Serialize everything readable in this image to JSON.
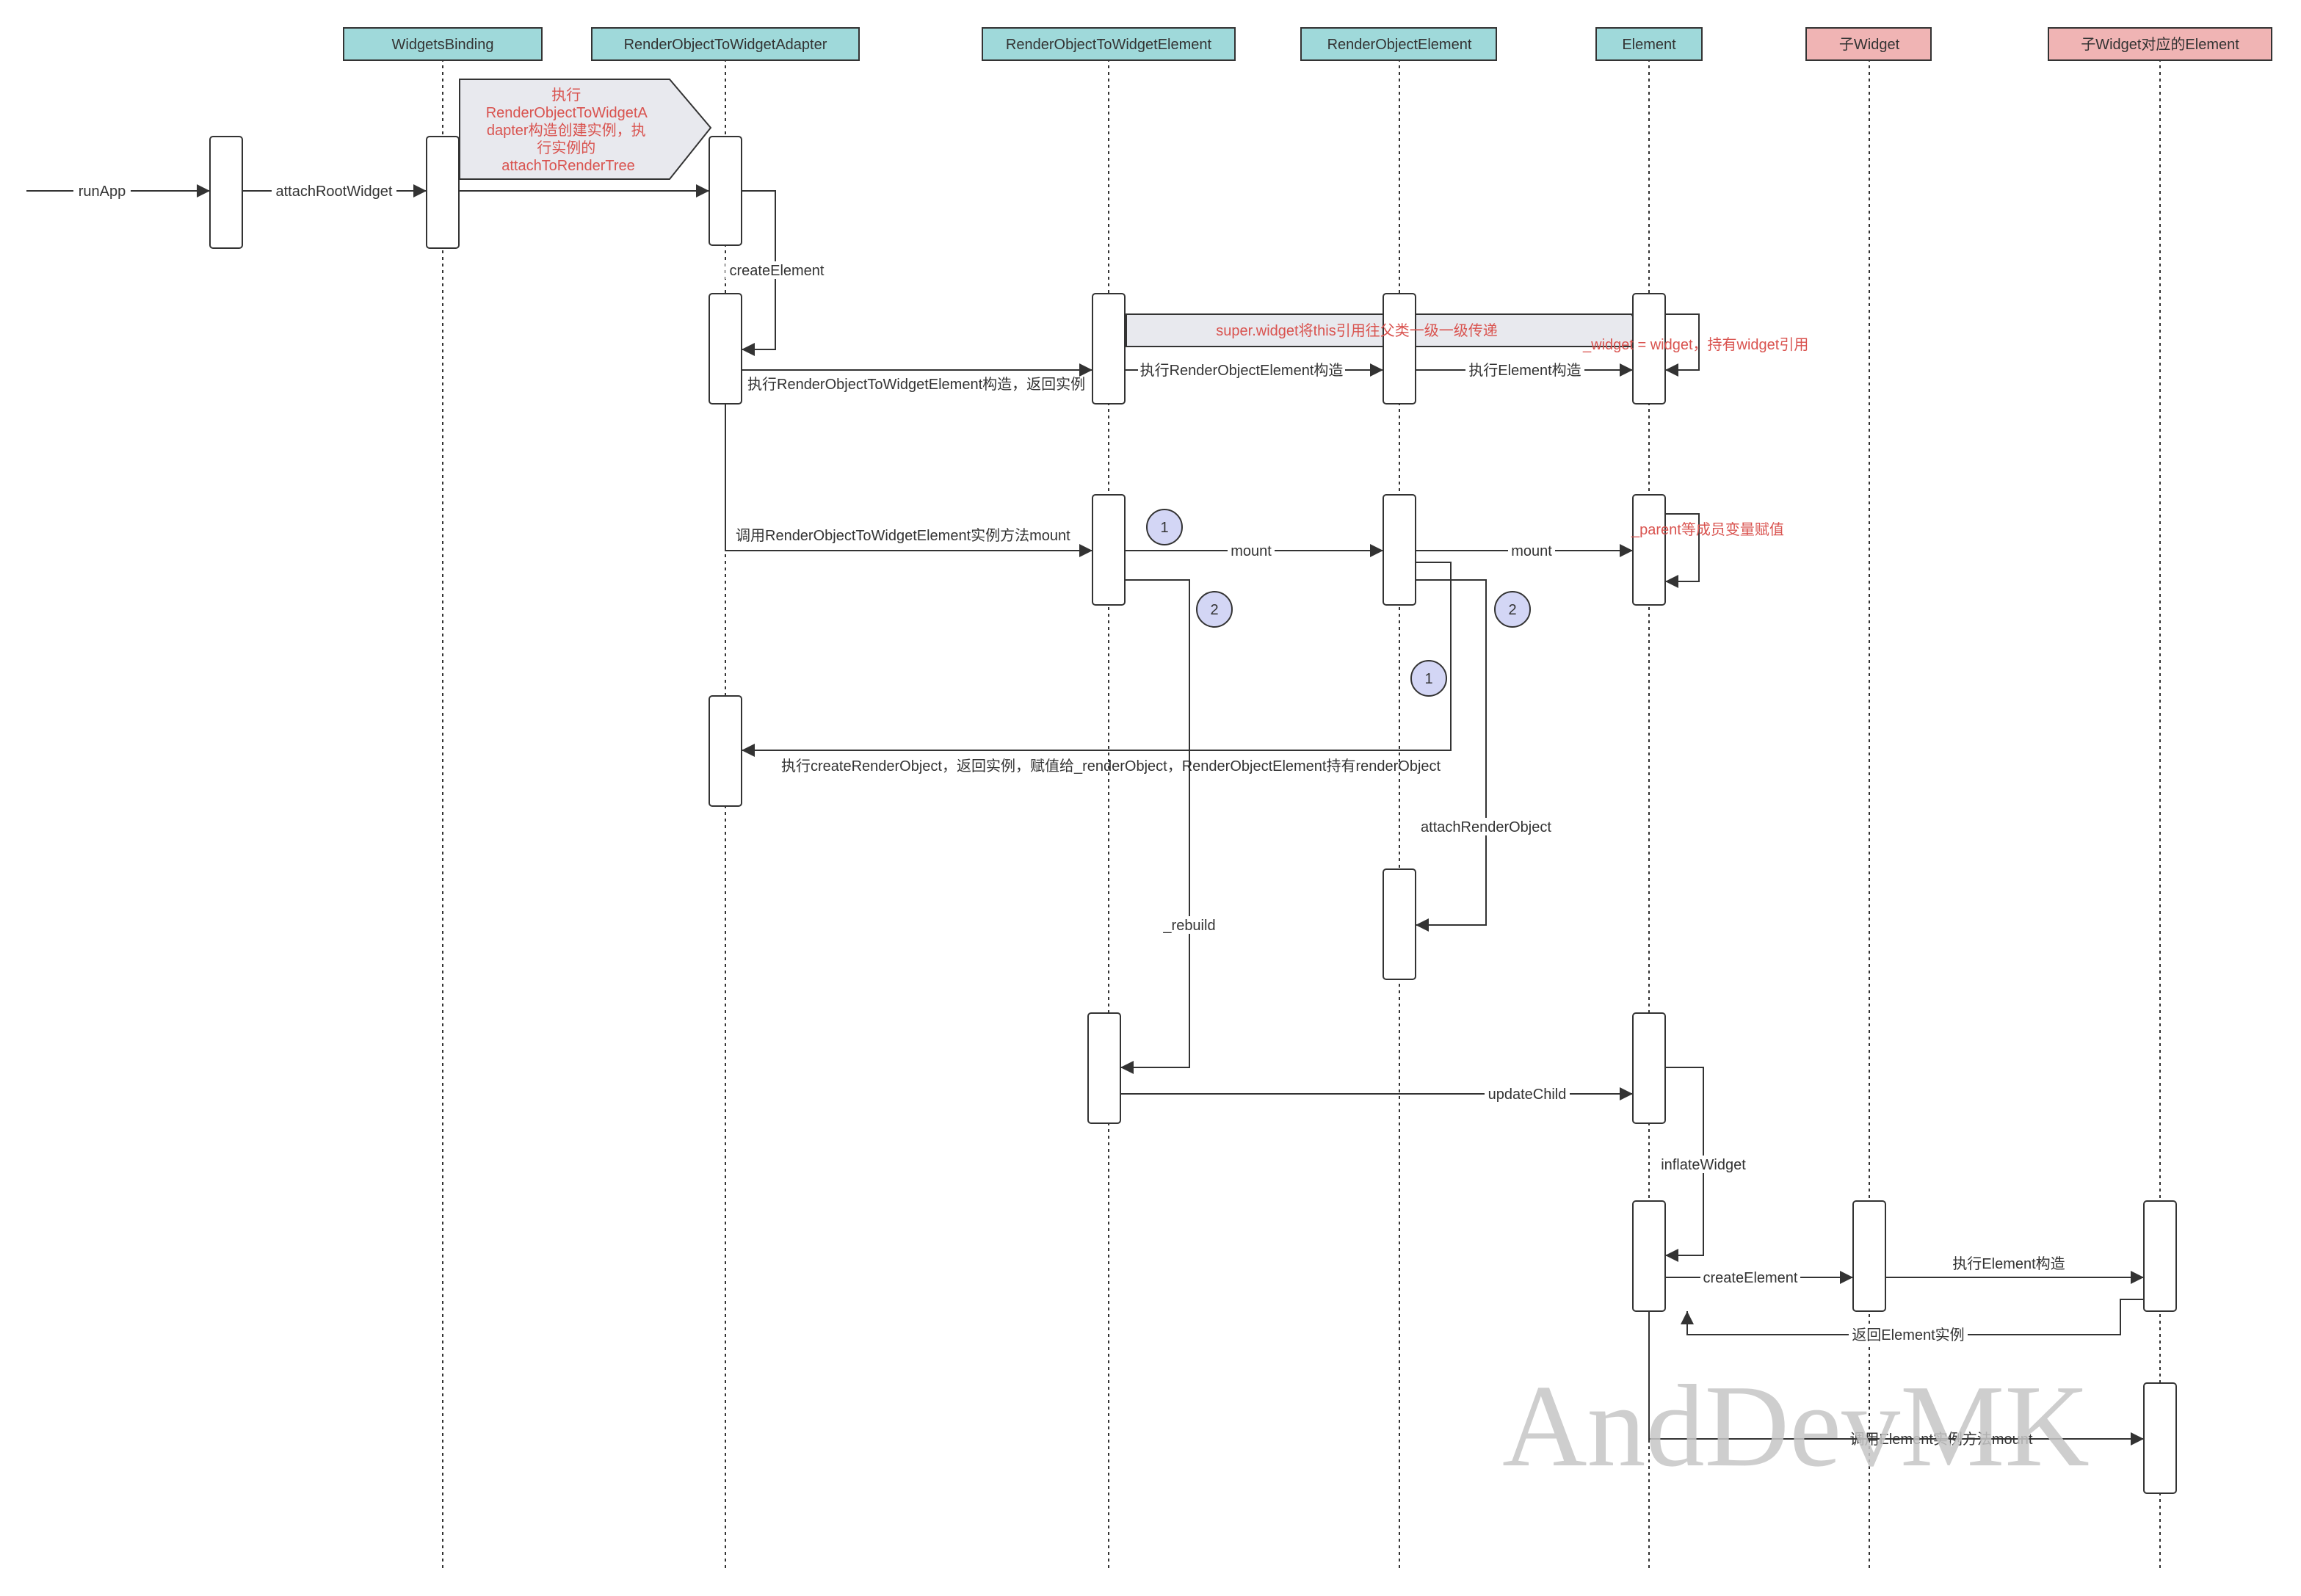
{
  "colors": {
    "participant_header": "#9fd9da",
    "participant_header_child": "#f0b4b4",
    "note_fill": "#e8e9ee",
    "note_text": "#d9534f",
    "badge_fill": "#d3d6f5",
    "line": "#333333"
  },
  "participants": [
    {
      "id": "widgets_binding",
      "label": "WidgetsBinding"
    },
    {
      "id": "adapter",
      "label": "RenderObjectToWidgetAdapter"
    },
    {
      "id": "rotw_element",
      "label": "RenderObjectToWidgetElement"
    },
    {
      "id": "ro_element",
      "label": "RenderObjectElement"
    },
    {
      "id": "element",
      "label": "Element"
    },
    {
      "id": "child_widget",
      "label": "子Widget"
    },
    {
      "id": "child_element",
      "label": "子Widget对应的Element"
    }
  ],
  "messages": {
    "run_app": "runApp",
    "attach_root_widget": "attachRootWidget",
    "create_element": "createElement",
    "exec_rotw_ctor": "执行RenderObjectToWidgetElement构造，返回实例",
    "exec_ro_ctor": "执行RenderObjectElement构造",
    "exec_element_ctor": "执行Element构造",
    "call_mount": "调用RenderObjectToWidgetElement实例方法mount",
    "mount_1": "mount",
    "mount_2": "mount",
    "create_render_object": "执行createRenderObject，返回实例，赋值给_renderObject，RenderObjectElement持有renderObject",
    "attach_render_object": "attachRenderObject",
    "rebuild": "_rebuild",
    "update_child": "updateChild",
    "inflate_widget": "inflateWidget",
    "create_element_2": "createElement",
    "exec_element_ctor_2": "执行Element构造",
    "return_element": "返回Element实例",
    "call_element_mount": "调用Element实例方法mount"
  },
  "notes": {
    "adapter_note": [
      "执行",
      "RenderObjectToWidgetA",
      "dapter构造创建实例，执",
      "行实例的",
      "attachToRenderTree"
    ],
    "super_widget": "super.widget将this引用往父类一级一级传递",
    "widget_assign": "_widget = widget，持有widget引用",
    "parent_assign": "_parent等成员变量赋值"
  },
  "badges": {
    "b1_top": "1",
    "b2_left": "2",
    "b2_right": "2",
    "b1_lower": "1"
  },
  "watermark": "AndDevMK"
}
